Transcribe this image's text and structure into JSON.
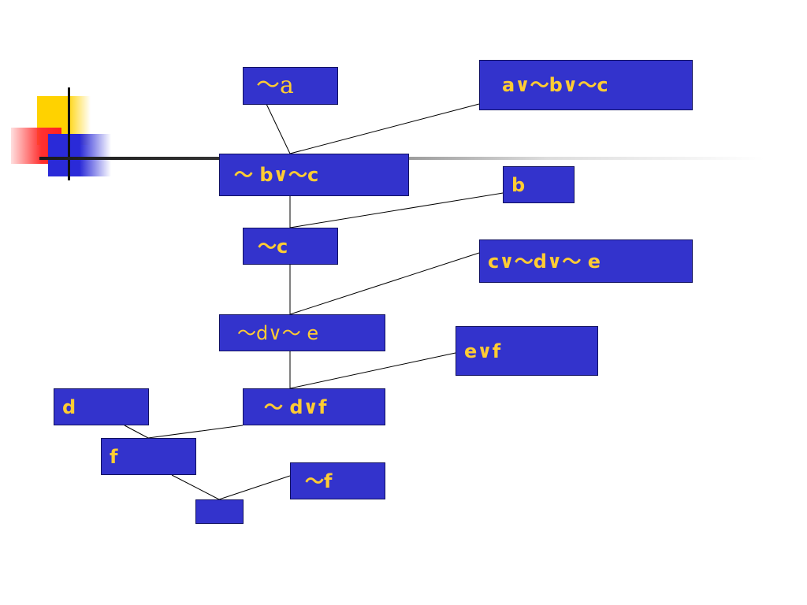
{
  "colors": {
    "node_fill": "#3333cc",
    "node_text": "#ffcc33",
    "edge": "#000000",
    "background": "#ffffff",
    "deco_yellow": "#ffd200",
    "deco_red": "#ff3030",
    "deco_blue": "#2a2ad8"
  },
  "nodes": {
    "not_a": "～a",
    "a_or_not_b_or_not_c": "a∨～b∨～c",
    "not_b_or_not_c": "～ b∨～c",
    "b": "b",
    "not_c": "～c",
    "c_or_not_d_or_not_e": "c∨～d∨～ e",
    "not_d_or_not_e": "～d∨～ e",
    "e_or_f": "e∨f",
    "d": "d",
    "not_d_or_f": "～ d∨f",
    "f": "f",
    "not_f": "～f",
    "empty": ""
  }
}
